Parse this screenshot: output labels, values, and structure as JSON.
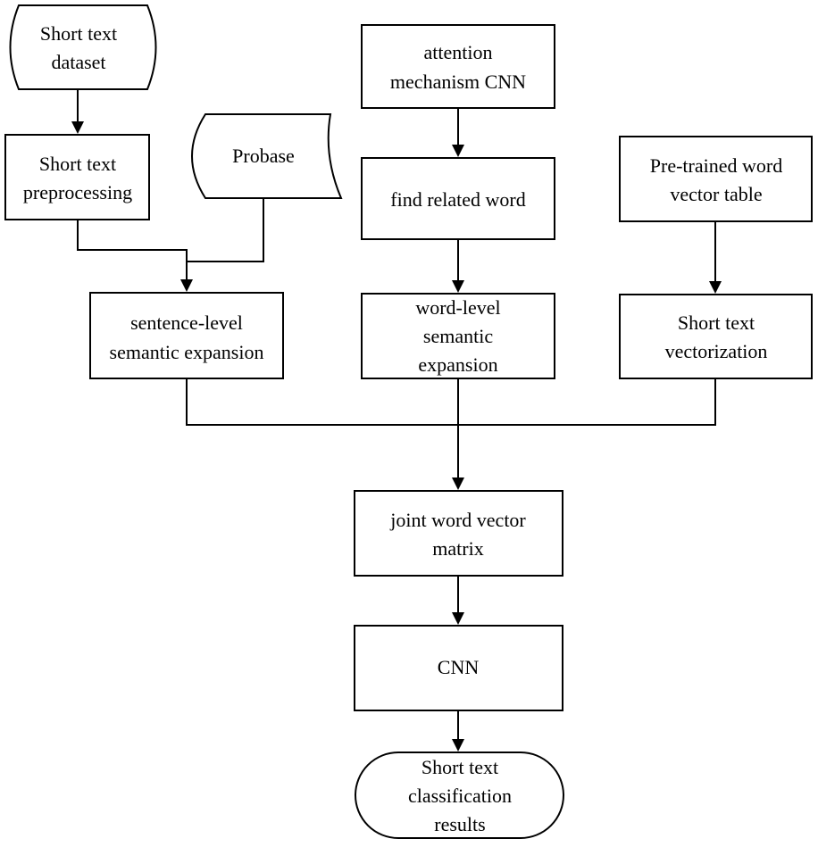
{
  "nodes": {
    "short_text_dataset": {
      "lines": [
        "Short text",
        "dataset"
      ]
    },
    "short_text_preprocessing": {
      "lines": [
        "Short text",
        "preprocessing"
      ]
    },
    "probase": {
      "lines": [
        "Probase"
      ]
    },
    "attention_cnn": {
      "lines": [
        "attention",
        "mechanism CNN"
      ]
    },
    "find_related_word": {
      "lines": [
        "find related word"
      ]
    },
    "pretrained_vector_table": {
      "lines": [
        "Pre-trained word",
        "vector table"
      ]
    },
    "sentence_level_expansion": {
      "lines": [
        "sentence-level",
        "semantic expansion"
      ]
    },
    "word_level_expansion": {
      "lines": [
        "word-level",
        "semantic",
        "expansion"
      ]
    },
    "short_text_vectorization": {
      "lines": [
        "Short text",
        "vectorization"
      ]
    },
    "joint_word_vector_matrix": {
      "lines": [
        "joint word vector",
        "matrix"
      ]
    },
    "cnn": {
      "lines": [
        "CNN"
      ]
    },
    "classification_results": {
      "lines": [
        "Short text",
        "classification",
        "results"
      ]
    }
  }
}
